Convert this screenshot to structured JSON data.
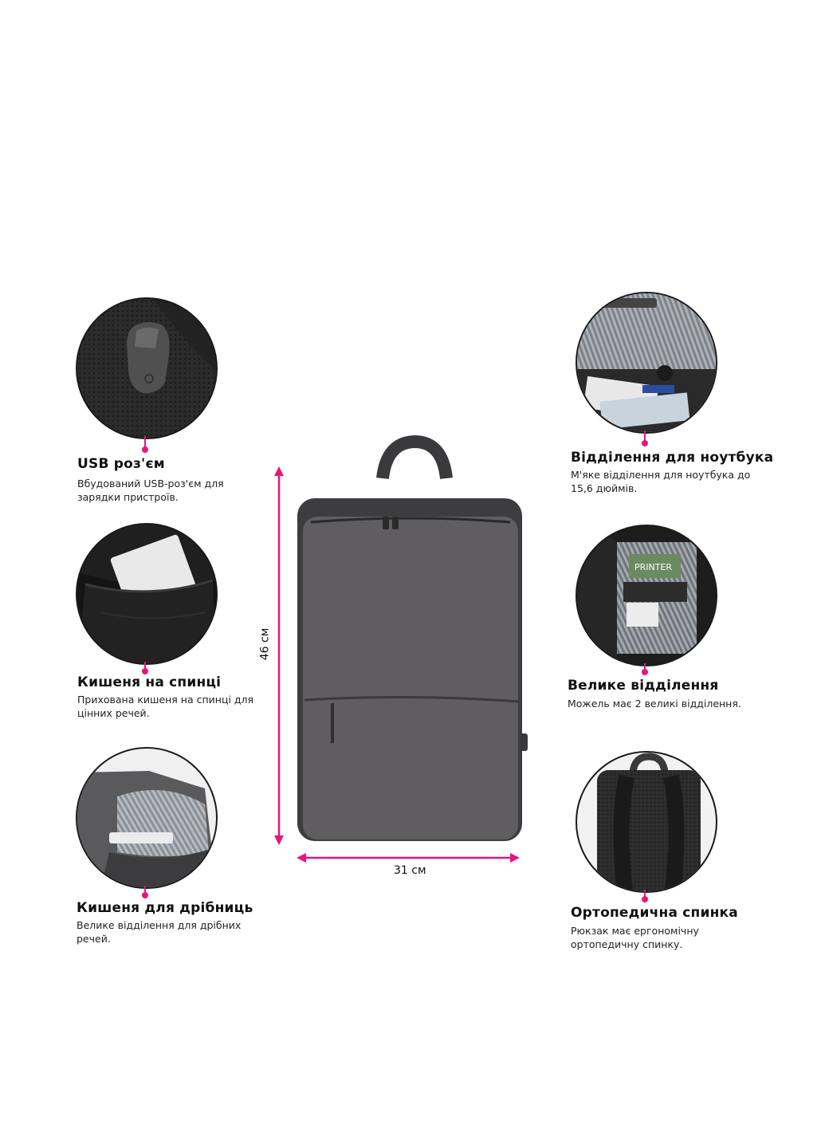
{
  "features": [
    {
      "id": "usb",
      "title": "USB роз'єм",
      "desc": "Вбудований USB-роз'єм для зарядки пристроїв.",
      "icon": "usb-port-icon"
    },
    {
      "id": "back-pocket",
      "title": "Кишеня на спинці",
      "desc": "Прихована кишеня на спинці для цінних речей.",
      "icon": "back-pocket-icon"
    },
    {
      "id": "small-pocket",
      "title": "Кишеня для дрібниць",
      "desc": "Велике відділення для дрібних речей.",
      "icon": "small-pocket-icon"
    },
    {
      "id": "laptop",
      "title": "Відділення для ноутбука",
      "desc": "М'яке відділення для ноутбука до 15,6 дюймів.",
      "icon": "laptop-compartment-icon"
    },
    {
      "id": "big",
      "title": "Велике відділення",
      "desc": "Можель має 2 великі відділення.",
      "icon": "main-compartment-icon"
    },
    {
      "id": "ortho",
      "title": "Ортопедична спинка",
      "desc": "Рюкзак має ергономічну ортопедичну спинку.",
      "icon": "orthopedic-back-icon"
    }
  ],
  "dimensions": {
    "height": "46 см",
    "width": "31 см"
  },
  "product": {
    "interior_label": "PRINTER"
  },
  "colors": {
    "accent": "#e8157a",
    "bag": "#5f5d5f",
    "bag_dark": "#3d3c3e"
  }
}
